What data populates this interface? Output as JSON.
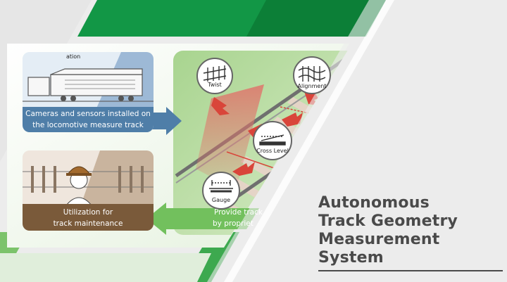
{
  "title": {
    "line1": "Autonomous",
    "line2": "Track Geometry",
    "line3": "Measurement System"
  },
  "diagram": {
    "locomotive_panel": {
      "corner_text": "ation",
      "caption_line1": "Cameras and sensors installed on",
      "caption_line2": "the locomotive measure track condition"
    },
    "maintenance_panel": {
      "caption_line1": "Utilization for",
      "caption_line2": "track maintenance"
    },
    "track_panel": {
      "caption_line1": "Provide track",
      "caption_line2": "by propriet"
    },
    "measurements": [
      {
        "label": "Twist"
      },
      {
        "label": "Alignment"
      },
      {
        "label": "Cross Level"
      },
      {
        "label": "Gauge"
      }
    ]
  },
  "colors": {
    "green_dark": "#0f8a3c",
    "green_light": "#6ab86a",
    "blue_panel": "#7fa7c9",
    "brown_panel": "#7a5a3a",
    "title_text": "#4a4a4a",
    "arrow_red": "#d9453a"
  }
}
